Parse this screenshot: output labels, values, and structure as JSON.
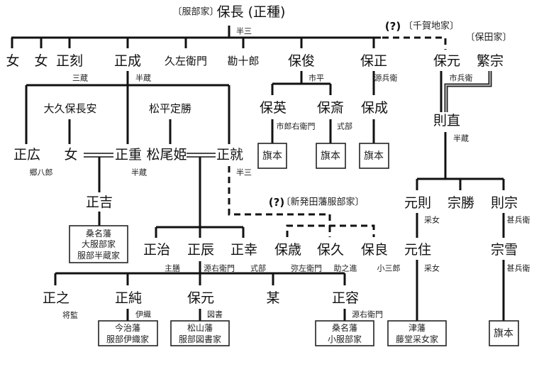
{
  "diagram": {
    "title": {
      "house": "〔服部家〕",
      "founder": "保長 (正種)",
      "founder_title": "半三"
    },
    "generation_1": [
      {
        "name": "女"
      },
      {
        "name": "女"
      },
      {
        "name": "正刻",
        "title": "三蔵"
      },
      {
        "name": "正成",
        "title": "半蔵"
      },
      {
        "name": "久左衛門"
      },
      {
        "name": "勘十郎"
      },
      {
        "name": "保俊",
        "title": "市平"
      },
      {
        "name": "保正",
        "title": "源兵衛"
      },
      {
        "name": "保元",
        "title": "市兵衛",
        "note": "(?)",
        "house": "〔千賀地家〕"
      },
      {
        "name": "繁宗",
        "house": "〔保田家〕"
      }
    ],
    "in_laws": [
      {
        "name": "大久保長安"
      },
      {
        "name": "松平定勝"
      }
    ],
    "generation_2": [
      {
        "name": "正広",
        "title": "郷八郎"
      },
      {
        "name": "女"
      },
      {
        "name": "正重",
        "title": "半蔵"
      },
      {
        "name": "松尾姫"
      },
      {
        "name": "正就",
        "title": "半三"
      },
      {
        "name": "保英",
        "title": "市郎右衛門"
      },
      {
        "name": "保斎",
        "title": "式部"
      },
      {
        "name": "保成"
      },
      {
        "name": "則直",
        "title": "半蔵"
      }
    ],
    "generation_3": [
      {
        "name": "正吉"
      },
      {
        "name": "正治",
        "title": "主膳"
      },
      {
        "name": "正辰",
        "title": "源右衛門"
      },
      {
        "name": "正幸",
        "title": "式部"
      },
      {
        "name": "保歳",
        "title": "弥左衛門"
      },
      {
        "name": "保久",
        "title": "助之進"
      },
      {
        "name": "保良",
        "title": "小三郎"
      },
      {
        "name": "元則",
        "title": "采女"
      },
      {
        "name": "宗勝"
      },
      {
        "name": "則宗",
        "title": "甚兵衛"
      }
    ],
    "generation_4": [
      {
        "name": "正之",
        "title": "将監"
      },
      {
        "name": "正純",
        "title": "伊織"
      },
      {
        "name": "保元",
        "title": "図書"
      },
      {
        "name": "某"
      },
      {
        "name": "正容",
        "title": "源右衛門"
      },
      {
        "name": "元住",
        "title": "采女"
      },
      {
        "name": "宗雪",
        "title": "甚兵衛"
      }
    ],
    "branch_notes": {
      "shibata": {
        "note": "(?)",
        "house": "〔新発田藩服部家〕"
      }
    },
    "lineage_boxes": [
      {
        "lines": [
          "旗本"
        ]
      },
      {
        "lines": [
          "旗本"
        ]
      },
      {
        "lines": [
          "旗本"
        ]
      },
      {
        "lines": [
          "桑名藩",
          "大服部家",
          "服部半蔵家"
        ]
      },
      {
        "lines": [
          "今治藩",
          "服部伊織家"
        ]
      },
      {
        "lines": [
          "松山藩",
          "服部図書家"
        ]
      },
      {
        "lines": [
          "桑名藩",
          "小服部家"
        ]
      },
      {
        "lines": [
          "津藩",
          "藤堂采女家"
        ]
      },
      {
        "lines": [
          "旗本"
        ]
      }
    ]
  }
}
